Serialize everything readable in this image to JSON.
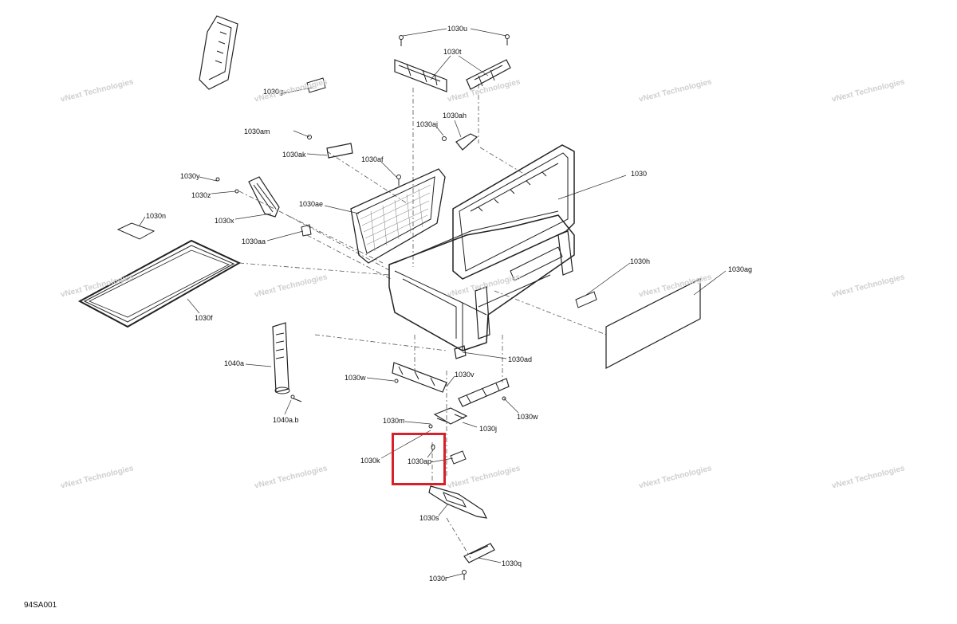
{
  "diagram": {
    "reference_code": "94SA001",
    "watermark": "vNext Technologies",
    "highlight_color": "#d7202a",
    "callouts": [
      "1030u",
      "1030t",
      "1030g",
      "1030aj",
      "1030ah",
      "1030am",
      "1030ak",
      "1030af",
      "1030",
      "1030y",
      "1030z",
      "1030x",
      "1030ae",
      "1030n",
      "1030aa",
      "1030f",
      "1030h",
      "1030ag",
      "1040a",
      "1030ad",
      "1030w",
      "1030v",
      "1030w",
      "1040a.b",
      "1030m",
      "1030j",
      "1030k",
      "1030ap",
      "1030s",
      "1030q",
      "1030r"
    ]
  }
}
